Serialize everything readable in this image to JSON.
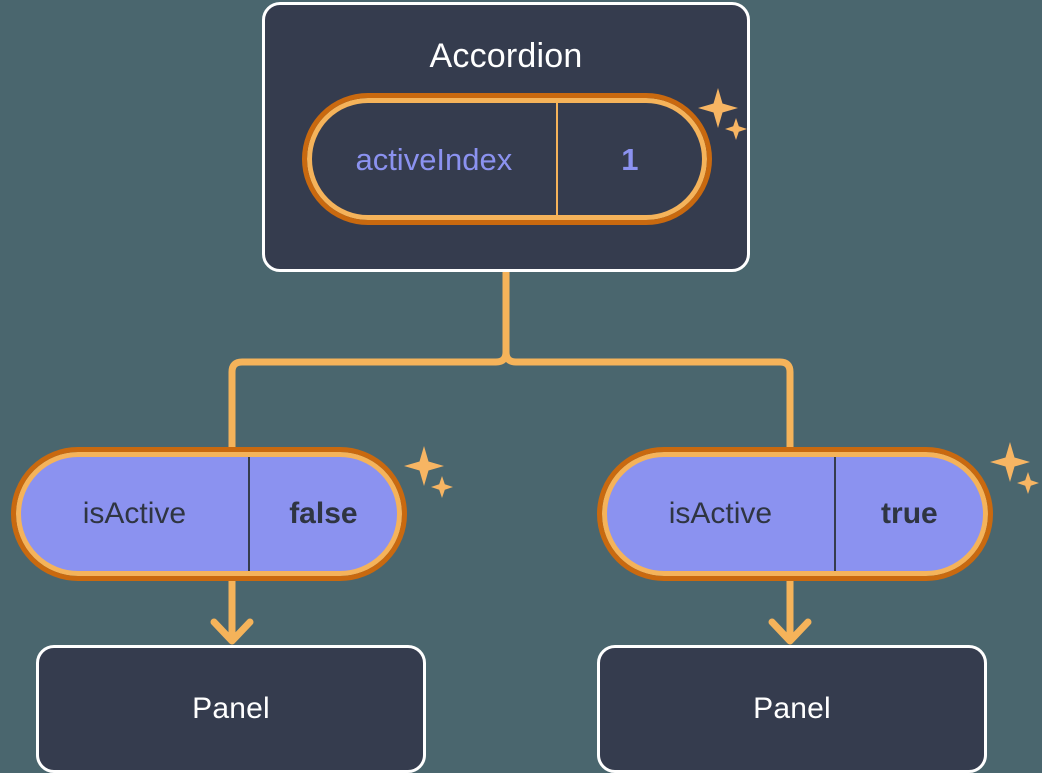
{
  "theme": {
    "background": "#4a666e",
    "card_fill": "#353c4e",
    "card_border": "#ffffff",
    "connector": "#f5b35a",
    "ring_outer": "#c9690f",
    "ring_inner": "#f5b35a",
    "pill_purple": "#8b92f0",
    "text_light": "#ffffff",
    "text_periwinkle": "#8b92f0",
    "text_dark": "#2f3542",
    "sparkle": "#f7b563"
  },
  "diagram": {
    "type": "component-state-tree",
    "root": {
      "title": "Accordion",
      "state": {
        "key": "activeIndex",
        "value": "1"
      }
    },
    "branches": [
      {
        "state": {
          "key": "isActive",
          "value": "false"
        },
        "child": {
          "title": "Panel"
        }
      },
      {
        "state": {
          "key": "isActive",
          "value": "true"
        },
        "child": {
          "title": "Panel"
        }
      }
    ]
  }
}
